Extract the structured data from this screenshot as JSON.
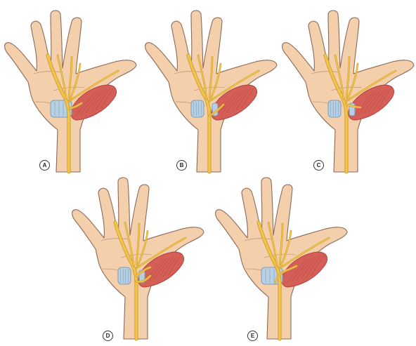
{
  "figure": {
    "panels": [
      {
        "label": "A"
      },
      {
        "label": "B"
      },
      {
        "label": "C"
      },
      {
        "label": "D"
      },
      {
        "label": "E"
      }
    ]
  },
  "colors": {
    "skin": "#f4cfac",
    "skin_outline": "#8a6a58",
    "nerve": "#f2c44a",
    "nerve_outline": "#c6951f",
    "muscle": "#d45f57",
    "muscle_dark": "#b63f3c",
    "ligament": "#b7d0e3",
    "ligament_dark": "#7f9cb4",
    "label_border": "#333333"
  }
}
